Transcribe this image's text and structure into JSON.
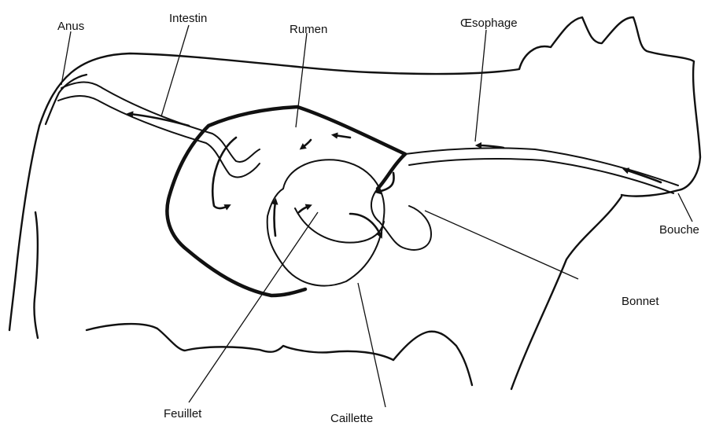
{
  "labels": {
    "anus": "Anus",
    "intestin": "Intestin",
    "rumen": "Rumen",
    "oesophage": "Œsophage",
    "bouche": "Bouche",
    "bonnet": "Bonnet",
    "feuillet": "Feuillet",
    "caillette": "Caillette"
  },
  "colors": {
    "ink": "#111111",
    "background": "#ffffff"
  }
}
